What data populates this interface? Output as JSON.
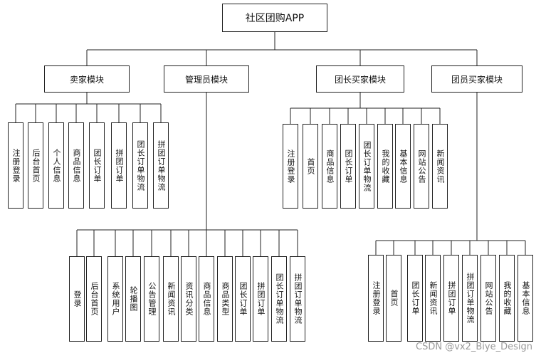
{
  "root": "社区团购APP",
  "modules": [
    {
      "label": "卖家模块",
      "leaves": [
        "注册登录",
        "后台首页",
        "个人信息",
        "商品信息",
        "团长订单",
        "拼团订单",
        "团长订单物流",
        "拼团订单物流"
      ]
    },
    {
      "label": "管理员模块",
      "leaves": [
        "登录",
        "后台首页",
        "系统用户",
        "轮播图",
        "公告管理",
        "新闻资讯",
        "资讯分类",
        "商品信息",
        "商品类型",
        "团长订单",
        "拼团订单",
        "团长订单物流",
        "拼团订单物流"
      ]
    },
    {
      "label": "团长买家模块",
      "leaves": [
        "注册登录",
        "首页",
        "商品信息",
        "团长订单",
        "团长订单物流",
        "我的收藏",
        "基本信息",
        "网站公告",
        "新闻资讯"
      ]
    },
    {
      "label": "团员买家模块",
      "leaves": [
        "注册登录",
        "首页",
        "团长订单",
        "新闻资讯",
        "拼团订单",
        "拼团订单物流",
        "网站公告",
        "我的收藏",
        "基本信息"
      ]
    }
  ],
  "watermark": "CSDN @vx2_Biye_Design"
}
